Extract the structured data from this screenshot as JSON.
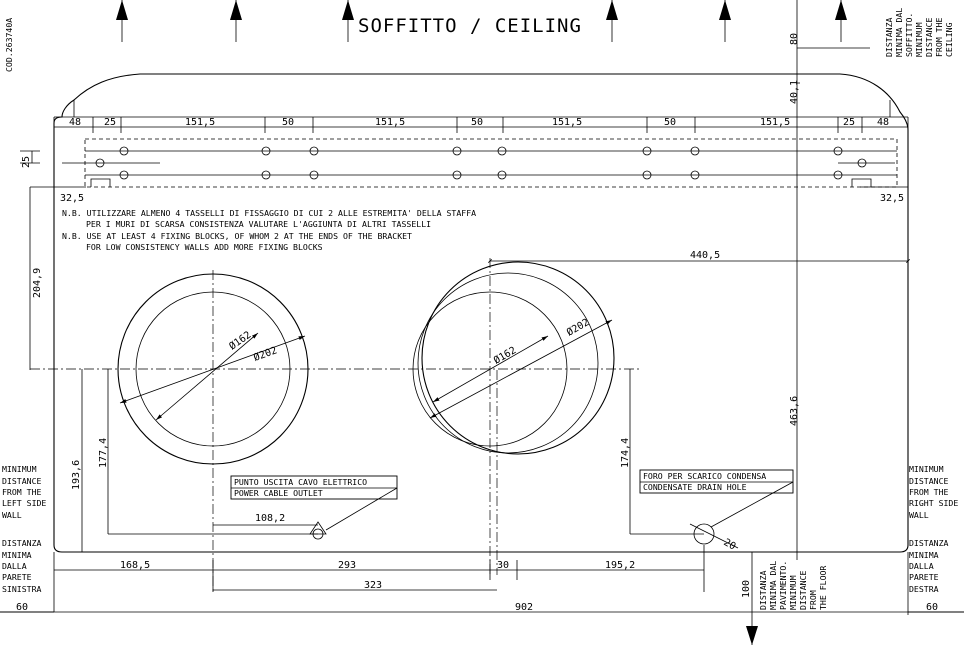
{
  "title": "SOFFITTO / CEILING",
  "code": "COD.263740A",
  "notes": {
    "line1": "N.B. UTILIZZARE ALMENO 4 TASSELLI DI FISSAGGIO DI CUI 2 ALLE ESTREMITA' DELLA STAFFA",
    "line2": "PER I MURI DI SCARSA CONSISTENZA VALUTARE L'AGGIUNTA DI ALTRI TASSELLI",
    "line3": "N.B. USE AT LEAST 4 FIXING BLOCKS, OF WHOM 2 AT THE ENDS OF THE BRACKET",
    "line4": "FOR LOW CONSISTENCY WALLS ADD MORE FIXING BLOCKS"
  },
  "top_dims": {
    "d1": "48",
    "d2": "25",
    "d3": "151,5",
    "d4": "50",
    "d5": "151,5",
    "d6": "50",
    "d7": "151,5",
    "d8": "50",
    "d9": "151,5",
    "d10": "25",
    "d11": "48"
  },
  "left_dims": {
    "bracket": "25",
    "offset_left": "32,5",
    "offset_right": "32,5",
    "height_204": "204,9"
  },
  "right_dims": {
    "ceiling_80": "80",
    "gap_40": "40,1",
    "height_463": "463,6"
  },
  "circle_dims": {
    "left_inner": "Ø162",
    "left_outer": "Ø202",
    "right_inner": "Ø162",
    "right_outer": "Ø202",
    "dist_440": "440,5"
  },
  "vertical_dims": {
    "v193": "193,6",
    "v177": "177,4",
    "v174": "174,4"
  },
  "bottom_dims": {
    "b1": "168,5",
    "b2": "293",
    "b3": "30",
    "b4": "195,2",
    "b5": "323",
    "b6": "902",
    "b7": "108,2",
    "hole": "20",
    "left60": "60",
    "right60": "60",
    "floor100": "100"
  },
  "labels": {
    "cable_it": "PUNTO USCITA CAVO ELETTRICO",
    "cable_en": "POWER CABLE OUTLET",
    "drain_it": "FORO PER SCARICO CONDENSA",
    "drain_en": "CONDENSATE DRAIN HOLE"
  },
  "ceiling_distance": [
    "DISTANZA",
    "MINIMA DAL",
    "SOFFITTO.",
    "MINIMUM",
    "DISTANCE",
    "FROM THE",
    "CEILING"
  ],
  "floor_distance": [
    "DISTANZA",
    "MINIMA DAL",
    "PAVIMENTO.",
    "MINIMUM",
    "DISTANCE",
    "FROM",
    "THE FLOOR"
  ],
  "left_wall": {
    "en": [
      "MINIMUM",
      "DISTANCE",
      "FROM THE",
      "LEFT SIDE",
      "WALL"
    ],
    "it": [
      "DISTANZA",
      "MINIMA",
      "DALLA",
      "PARETE",
      "SINISTRA"
    ]
  },
  "right_wall": {
    "en": [
      "MINIMUM",
      "DISTANCE",
      "FROM THE",
      "RIGHT SIDE",
      "WALL"
    ],
    "it": [
      "DISTANZA",
      "MINIMA",
      "DALLA",
      "PARETE",
      "DESTRA"
    ]
  }
}
